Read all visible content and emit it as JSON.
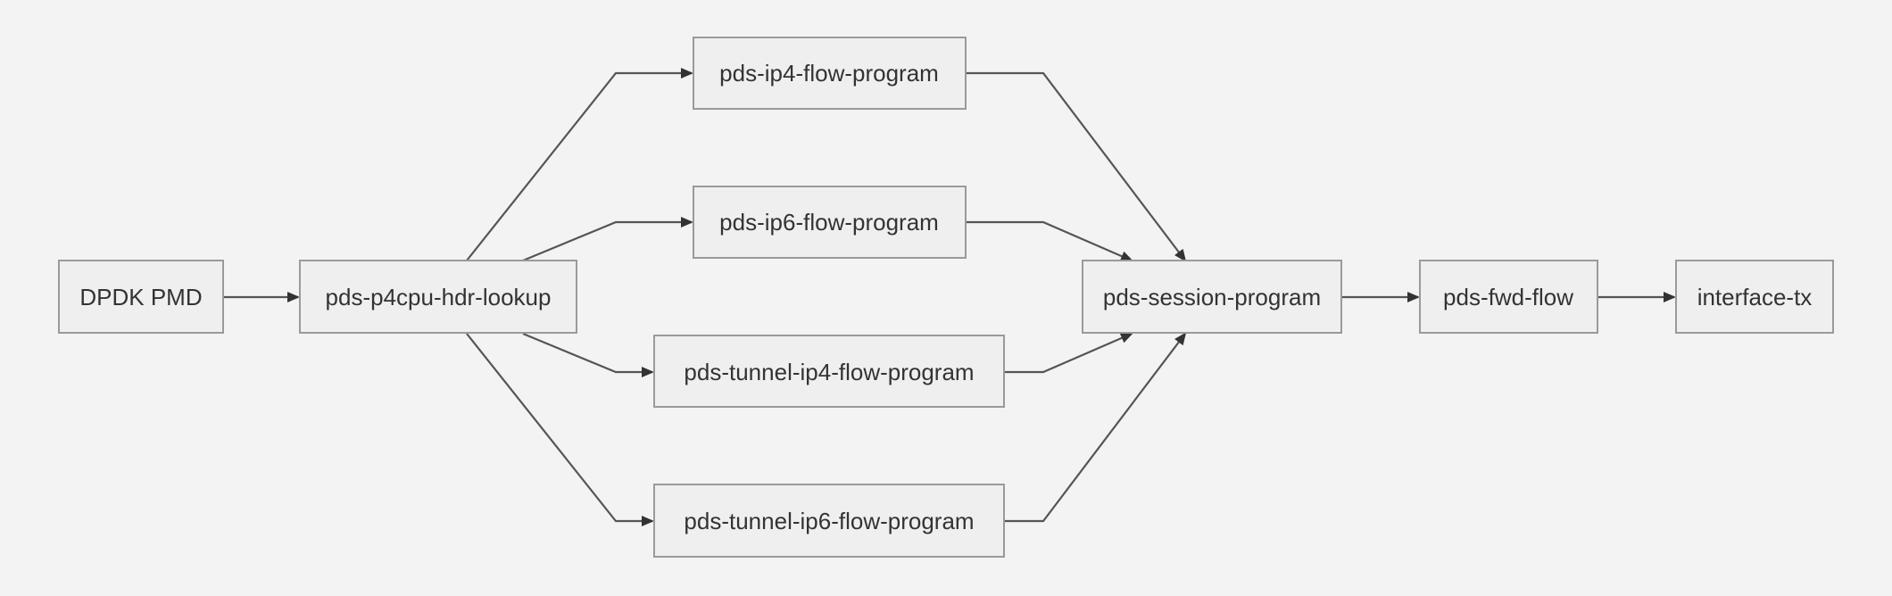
{
  "colors": {
    "background": "#f3f3f3",
    "node_fill": "#efefef",
    "node_border": "#9a9a9a",
    "edge": "#555555",
    "text": "#333333"
  },
  "nodes": {
    "dpdk": "DPDK PMD",
    "hdr_lookup": "pds-p4cpu-hdr-lookup",
    "ip4_flow": "pds-ip4-flow-program",
    "ip6_flow": "pds-ip6-flow-program",
    "tunnel_ip4": "pds-tunnel-ip4-flow-program",
    "tunnel_ip6": "pds-tunnel-ip6-flow-program",
    "session": "pds-session-program",
    "fwd_flow": "pds-fwd-flow",
    "iface_tx": "interface-tx"
  },
  "edges": [
    {
      "from": "dpdk",
      "to": "hdr_lookup"
    },
    {
      "from": "hdr_lookup",
      "to": "ip4_flow"
    },
    {
      "from": "hdr_lookup",
      "to": "ip6_flow"
    },
    {
      "from": "hdr_lookup",
      "to": "tunnel_ip4"
    },
    {
      "from": "hdr_lookup",
      "to": "tunnel_ip6"
    },
    {
      "from": "ip4_flow",
      "to": "session"
    },
    {
      "from": "ip6_flow",
      "to": "session"
    },
    {
      "from": "tunnel_ip4",
      "to": "session"
    },
    {
      "from": "tunnel_ip6",
      "to": "session"
    },
    {
      "from": "session",
      "to": "fwd_flow"
    },
    {
      "from": "fwd_flow",
      "to": "iface_tx"
    }
  ]
}
